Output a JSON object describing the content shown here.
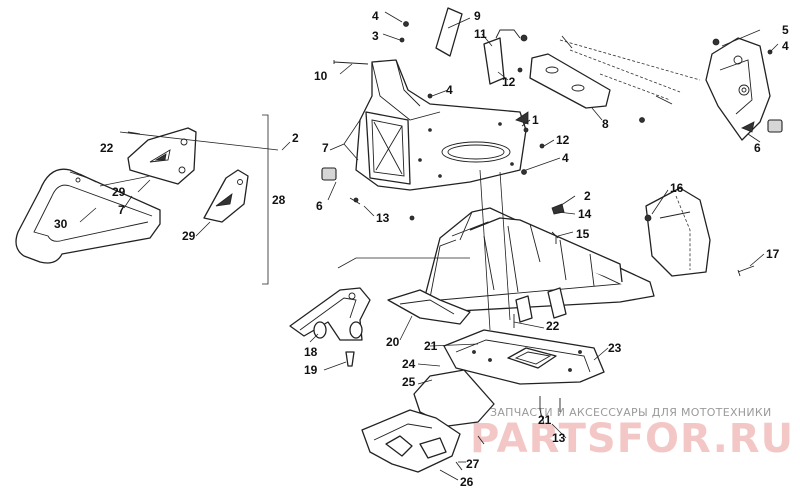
{
  "callouts": [
    {
      "id": "c1",
      "text": "1"
    },
    {
      "id": "c2a",
      "text": "2"
    },
    {
      "id": "c2b",
      "text": "2"
    },
    {
      "id": "c3",
      "text": "3"
    },
    {
      "id": "c4a",
      "text": "4"
    },
    {
      "id": "c4b",
      "text": "4"
    },
    {
      "id": "c4c",
      "text": "4"
    },
    {
      "id": "c4d",
      "text": "4"
    },
    {
      "id": "c5",
      "text": "5"
    },
    {
      "id": "c6a",
      "text": "6"
    },
    {
      "id": "c6b",
      "text": "6"
    },
    {
      "id": "c7a",
      "text": "7"
    },
    {
      "id": "c7b",
      "text": "7"
    },
    {
      "id": "c8",
      "text": "8"
    },
    {
      "id": "c9",
      "text": "9"
    },
    {
      "id": "c10",
      "text": "10"
    },
    {
      "id": "c11",
      "text": "11"
    },
    {
      "id": "c12a",
      "text": "12"
    },
    {
      "id": "c12b",
      "text": "12"
    },
    {
      "id": "c13a",
      "text": "13"
    },
    {
      "id": "c13b",
      "text": "13"
    },
    {
      "id": "c14",
      "text": "14"
    },
    {
      "id": "c15",
      "text": "15"
    },
    {
      "id": "c16",
      "text": "16"
    },
    {
      "id": "c17",
      "text": "17"
    },
    {
      "id": "c18",
      "text": "18"
    },
    {
      "id": "c19",
      "text": "19"
    },
    {
      "id": "c20",
      "text": "20"
    },
    {
      "id": "c21a",
      "text": "21"
    },
    {
      "id": "c21b",
      "text": "21"
    },
    {
      "id": "c22a",
      "text": "22"
    },
    {
      "id": "c22b",
      "text": "22"
    },
    {
      "id": "c23",
      "text": "23"
    },
    {
      "id": "c24",
      "text": "24"
    },
    {
      "id": "c25",
      "text": "25"
    },
    {
      "id": "c26",
      "text": "26"
    },
    {
      "id": "c27",
      "text": "27"
    },
    {
      "id": "c28",
      "text": "28"
    },
    {
      "id": "c29a",
      "text": "29"
    },
    {
      "id": "c29b",
      "text": "29"
    },
    {
      "id": "c30",
      "text": "30"
    }
  ],
  "watermark": {
    "tagline": "ЗАПЧАСТИ И АКСЕССУАРЫ ДЛЯ МОТОТЕХНИКИ",
    "logo": "PARTSFOR.RU"
  }
}
